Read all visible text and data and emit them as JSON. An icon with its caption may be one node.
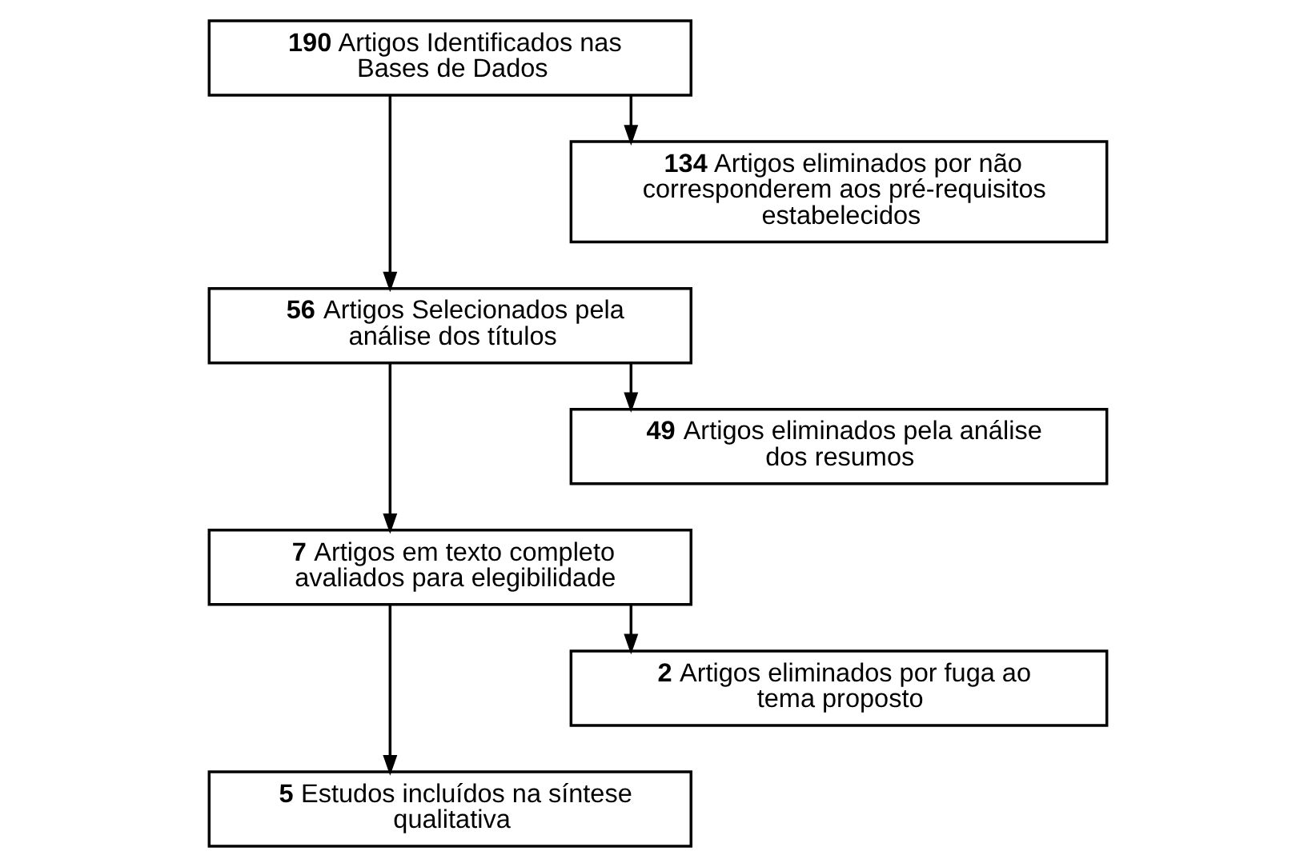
{
  "diagram": {
    "nodes": [
      {
        "text": [
          "**190** Artigos Identificados nas Bases de Dados"
        ]
      },
      {
        "text": [
          "**134** Artigos eliminados por não corresponderem aos pré-requisitos estabelecidos"
        ]
      },
      {
        "text": [
          "**56** Artigos Selecionados pela análise dos títulos"
        ]
      },
      {
        "text": [
          "**49** Artigos eliminados pela análise dos resumos"
        ]
      },
      {
        "text": [
          "**7** Artigos em texto completo avaliados para elegibilidade"
        ]
      },
      {
        "text": [
          "**2** Artigos eliminados por fuga ao tema proposto"
        ]
      },
      {
        "text": [
          "**5** Estudos incluídos na síntese qualitativa"
        ]
      }
    ],
    "edges": [
      {
        "from": 0,
        "to": 1,
        "arrow": "to"
      },
      {
        "from": 0,
        "to": 2,
        "arrow": "to"
      },
      {
        "from": 2,
        "to": 3,
        "arrow": "to"
      },
      {
        "from": 2,
        "to": 4,
        "arrow": "to"
      },
      {
        "from": 4,
        "to": 5,
        "arrow": "to"
      },
      {
        "from": 4,
        "to": 6,
        "arrow": "to"
      }
    ]
  }
}
